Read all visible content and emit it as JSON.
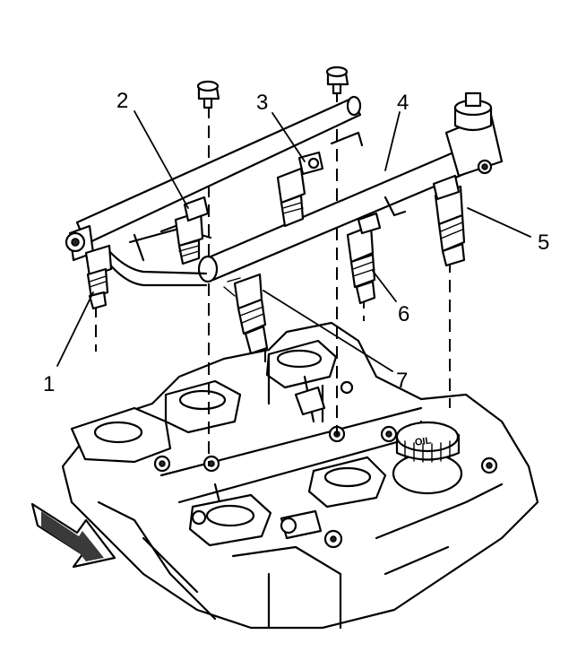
{
  "callouts": {
    "c1": "1",
    "c2": "2",
    "c3": "3",
    "c4": "4",
    "c5": "5",
    "c6": "6",
    "c7": "7"
  },
  "cap_text": "OIL",
  "icons": {
    "arrow": "direction-arrow-icon"
  }
}
